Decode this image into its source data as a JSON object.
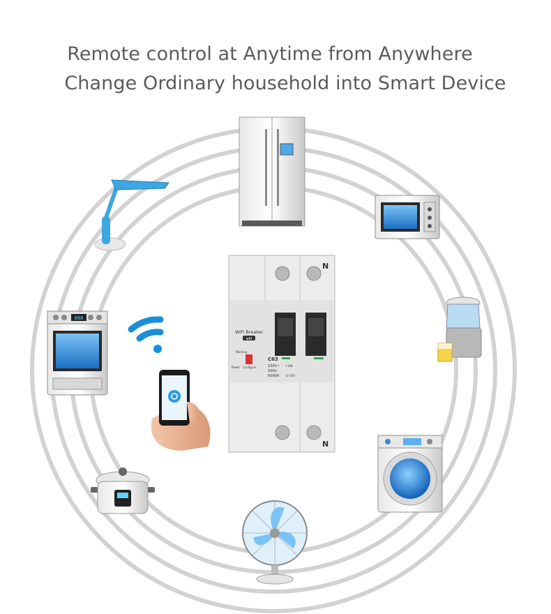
{
  "headline": {
    "line1": "Remote control at Anytime from Anywhere",
    "line2": "Change Ordinary household into Smart Device"
  },
  "breaker": {
    "pole_label": "N",
    "brand": "WiFi Breaker",
    "wifi_badge": "wifi",
    "model": "C63",
    "voltage": "230V~",
    "frequency": "50Hz",
    "capacity": "6000A",
    "on_label": "I ON",
    "off_label": "O OFF",
    "working_label": "Working",
    "power_label": "Power",
    "config_label": "Configure"
  },
  "oven": {
    "display": "888"
  },
  "colors": {
    "rings": "#d2d2d2",
    "wifi": "#1a8fd8",
    "appliance_blue": "#2e86d6",
    "headline": "#5b5b5b"
  },
  "icons": [
    "refrigerator-icon",
    "microwave-icon",
    "desk-lamp-icon",
    "oven-icon",
    "wifi-icon",
    "smartphone-hand-icon",
    "juicer-icon",
    "washing-machine-icon",
    "rice-cooker-icon",
    "fan-icon"
  ]
}
